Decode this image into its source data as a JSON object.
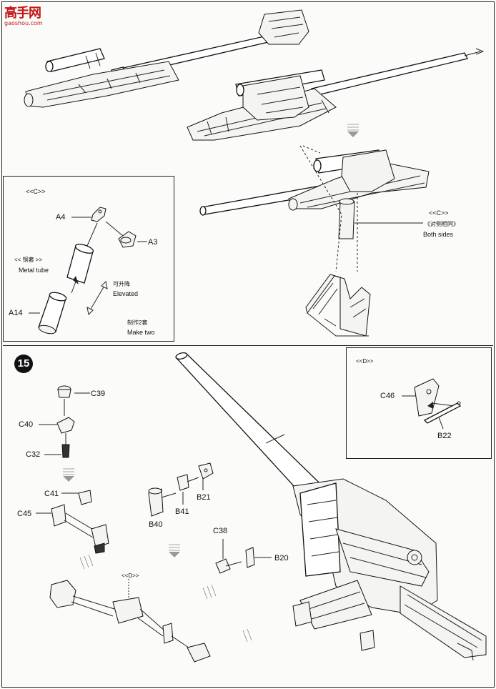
{
  "logo": {
    "chinese": "高手网",
    "latin": "gaoshou.com"
  },
  "step": {
    "number": "15"
  },
  "detail_c": {
    "title": "<<C>>",
    "parts": [
      "A4",
      "A3",
      "A14"
    ],
    "metal_tube_cn": "<< 铜套 >>",
    "metal_tube_en": "Metal tube",
    "elevated_cn": "可升降",
    "elevated_en": "Elevated",
    "make_two_cn": "制作2套",
    "make_two_en": "Make two"
  },
  "callout_c": {
    "title": "<<C>>",
    "both_sides_cn": "《对侧相同》",
    "both_sides_en": "Both sides"
  },
  "detail_d": {
    "title": "<<D>>",
    "parts": [
      "C46",
      "B22"
    ]
  },
  "step15_parts": {
    "c39": "C39",
    "c40": "C40",
    "c32": "C32",
    "c41": "C41",
    "c45": "C45",
    "b21": "B21",
    "b41": "B41",
    "b40": "B40",
    "c38": "C38",
    "b20": "B20",
    "inline_d": "<<D>>"
  }
}
